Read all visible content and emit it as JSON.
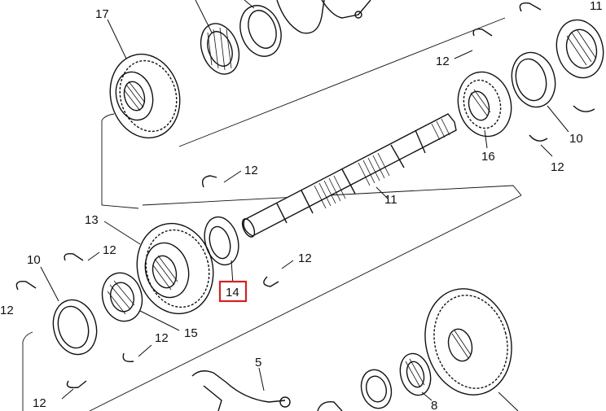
{
  "parts": [
    {
      "id": "p17",
      "label": "17"
    },
    {
      "id": "p13",
      "label": "13"
    },
    {
      "id": "p11",
      "label": "11"
    },
    {
      "id": "p10a",
      "label": "10"
    },
    {
      "id": "p10b",
      "label": "10"
    },
    {
      "id": "p16",
      "label": "16"
    },
    {
      "id": "p15",
      "label": "15"
    },
    {
      "id": "p14",
      "label": "14"
    },
    {
      "id": "p5",
      "label": "5"
    },
    {
      "id": "p8",
      "label": "8"
    },
    {
      "id": "p12a",
      "label": "12"
    },
    {
      "id": "p12b",
      "label": "12"
    },
    {
      "id": "p12c",
      "label": "12"
    },
    {
      "id": "p12d",
      "label": "12"
    },
    {
      "id": "p12e",
      "label": "12"
    },
    {
      "id": "p12f",
      "label": "12"
    },
    {
      "id": "p12g",
      "label": "12"
    },
    {
      "id": "p12h",
      "label": "12"
    },
    {
      "id": "p11b",
      "label": "11"
    }
  ],
  "highlight": {
    "label": "14",
    "color": "#d32222"
  }
}
